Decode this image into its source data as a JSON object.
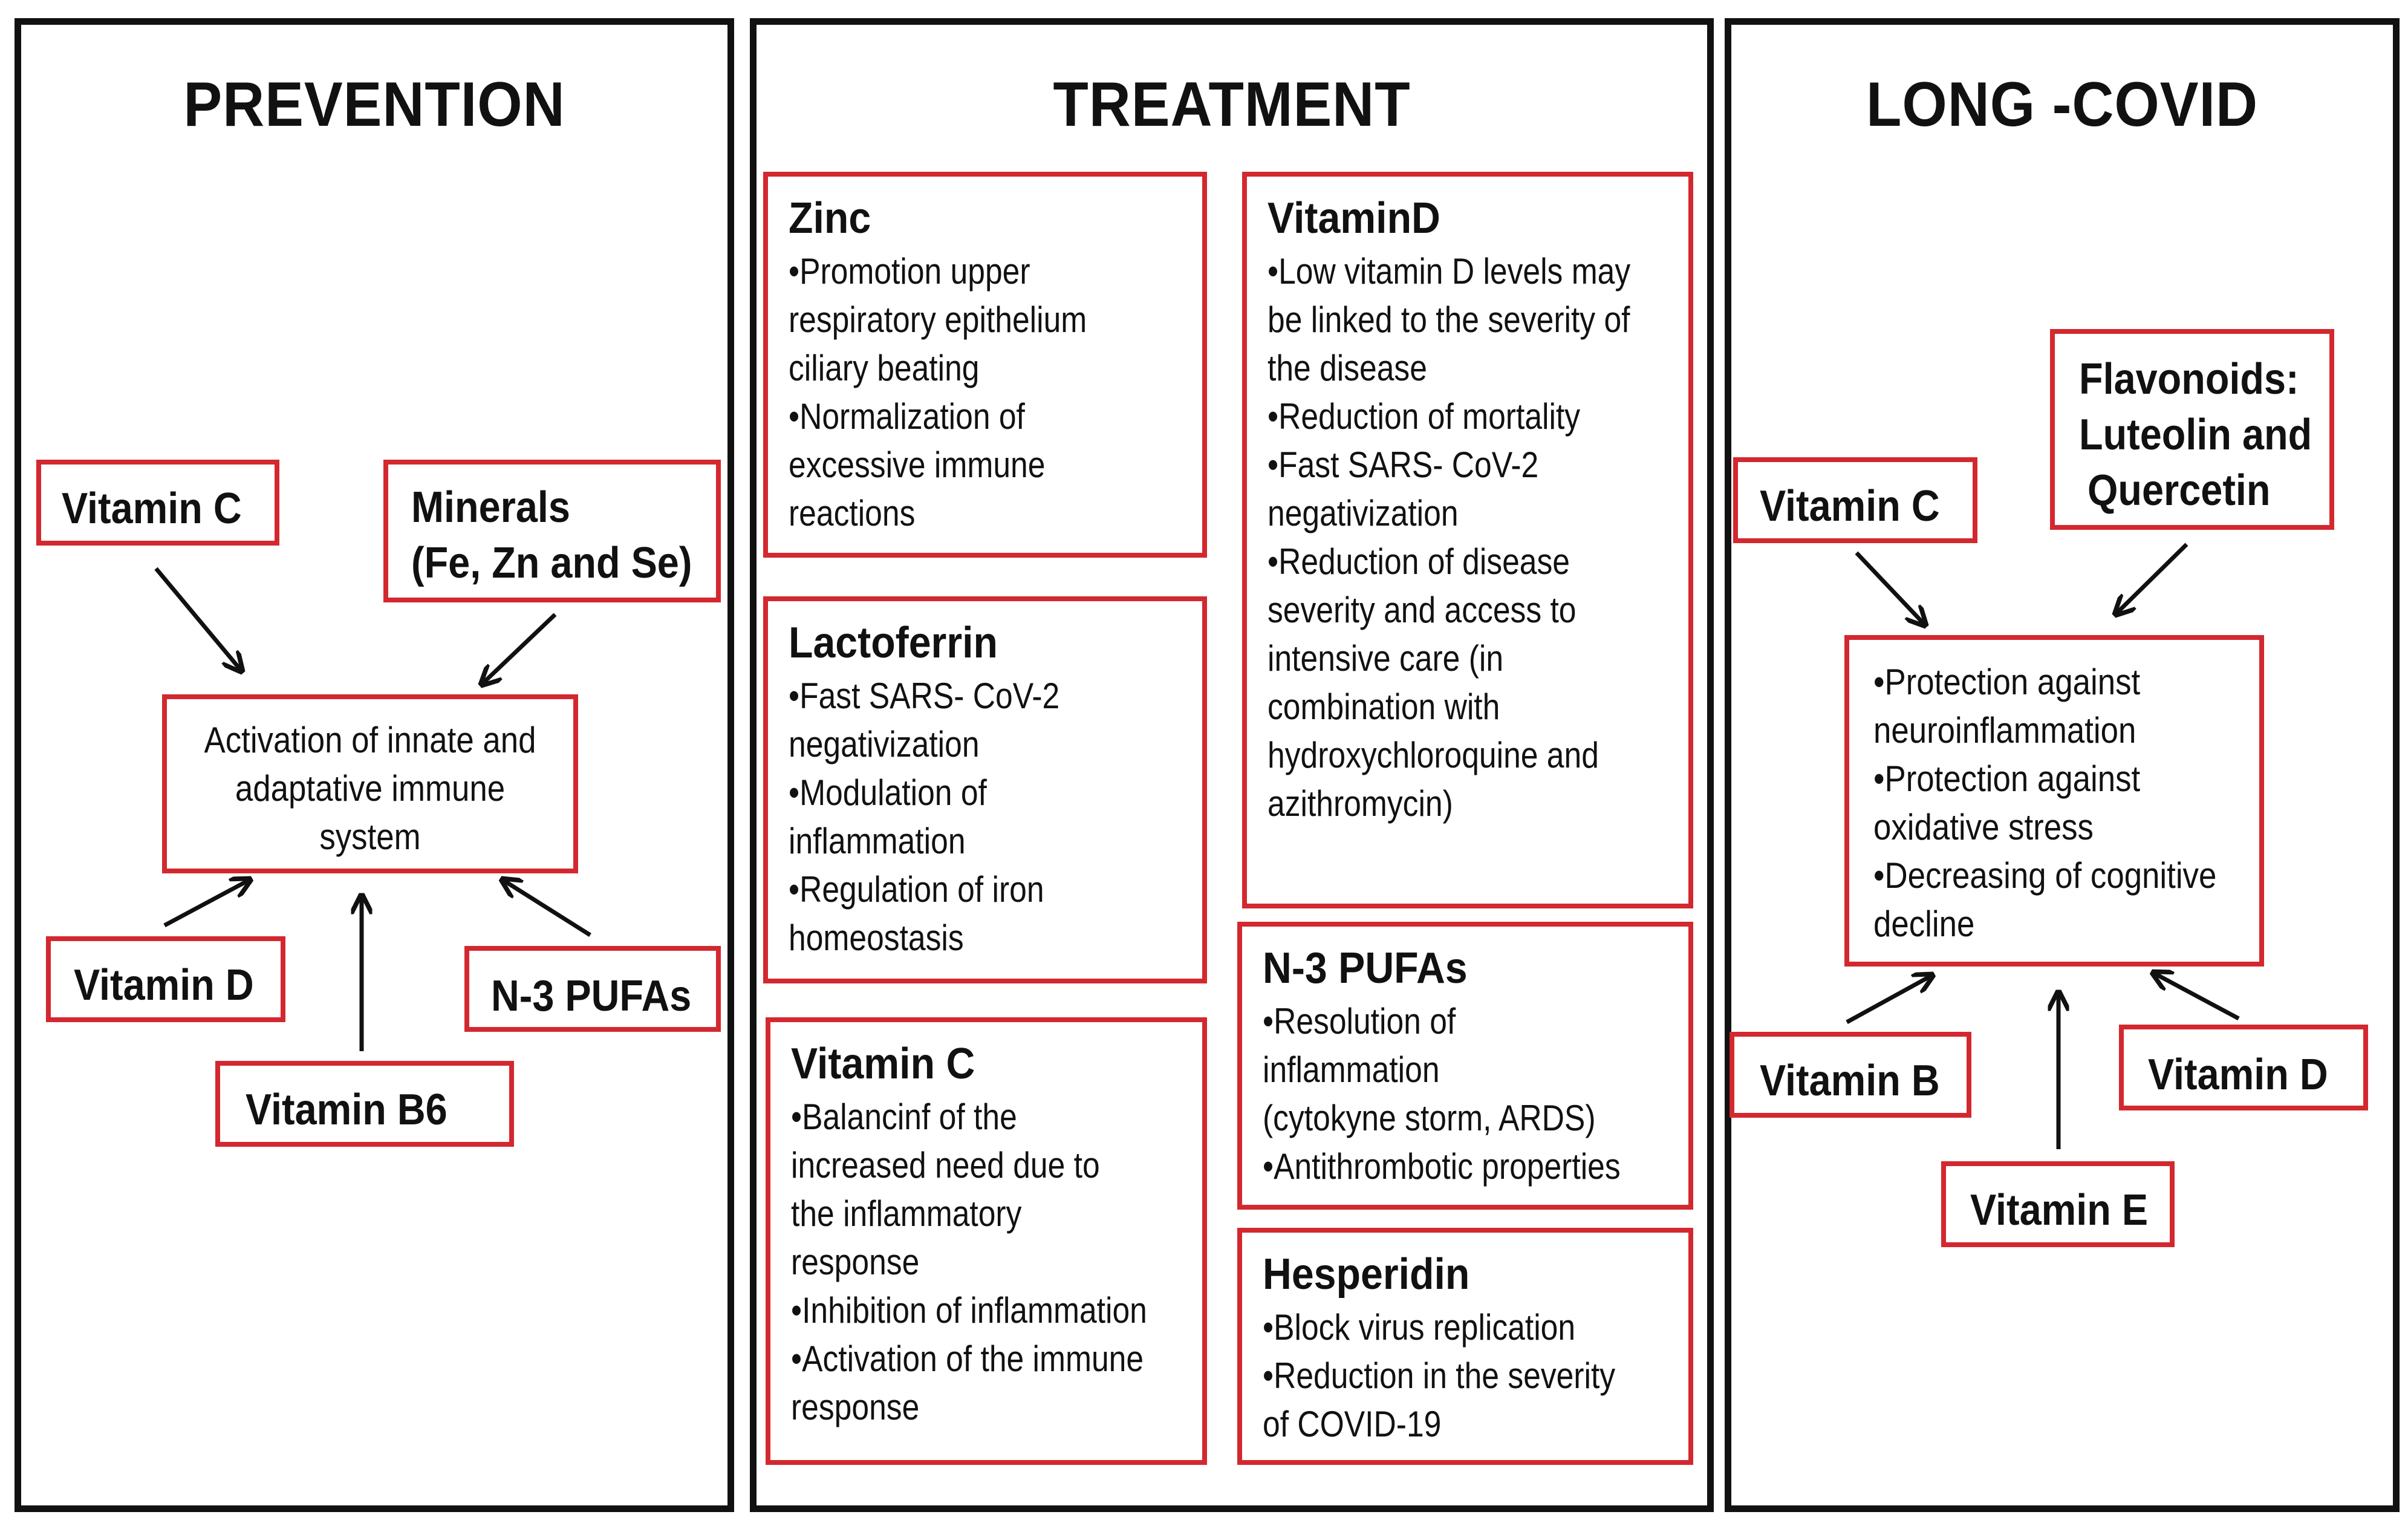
{
  "panels": {
    "prevention": {
      "title": "PREVENTION",
      "center_lines": [
        "Activation of innate and",
        "adaptative immune",
        "system"
      ],
      "vitamin_c": "Vitamin C",
      "minerals_line1": "Minerals",
      "minerals_line2": "(Fe, Zn and Se)",
      "vitamin_d": "Vitamin D",
      "n3_pufas": "N-3 PUFAs",
      "vitamin_b6": "Vitamin B6"
    },
    "treatment": {
      "title": "TREATMENT",
      "zinc": {
        "title": "Zinc",
        "lines": [
          "•Promotion upper",
          "respiratory epithelium",
          "ciliary beating",
          "•Normalization of",
          "excessive immune",
          "reactions"
        ]
      },
      "lactoferrin": {
        "title": "Lactoferrin",
        "lines": [
          "•Fast SARS- CoV-2",
          "negativization",
          "•Modulation of",
          "inflammation",
          "•Regulation of iron",
          "homeostasis"
        ]
      },
      "vitamin_c": {
        "title": "Vitamin C",
        "lines": [
          "•Balancinf of  the",
          "increased need due to",
          "the inflammatory",
          "response",
          "•Inhibition of inflammation",
          "•Activation of the immune",
          "response"
        ]
      },
      "vitamin_d": {
        "title": "VitaminD",
        "lines": [
          "•Low vitamin D levels may",
          "be linked to the severity of",
          "the disease",
          "•Reduction of mortality",
          "•Fast SARS- CoV-2",
          "negativization",
          "•Reduction of disease",
          "severity and access to",
          "intensive care (in",
          "combination with",
          "hydroxychloroquine and",
          "azithromycin)"
        ]
      },
      "n3_pufas": {
        "title": "N-3 PUFAs",
        "lines": [
          "•Resolution of",
          "inflammation",
          "(cytokyne storm, ARDS)",
          "•Antithrombotic properties"
        ]
      },
      "hesperidin": {
        "title": "Hesperidin",
        "lines": [
          "•Block virus replication",
          "•Reduction in the severity",
          "of COVID-19"
        ]
      }
    },
    "long_covid": {
      "title": "LONG -COVID",
      "center_lines": [
        "•Protection against",
        "neuroinflammation",
        "•Protection against",
        "oxidative stress",
        "•Decreasing of cognitive",
        "decline"
      ],
      "vitamin_c": "Vitamin C",
      "flavonoids_lines": [
        "Flavonoids:",
        "Luteolin and",
        "Quercetin"
      ],
      "vitamin_b": "Vitamin B",
      "vitamin_d": "Vitamin D",
      "vitamin_e": "Vitamin E"
    }
  },
  "colors": {
    "panel_border": "#111111",
    "box_border": "#d3282f",
    "arrow": "#111111"
  }
}
